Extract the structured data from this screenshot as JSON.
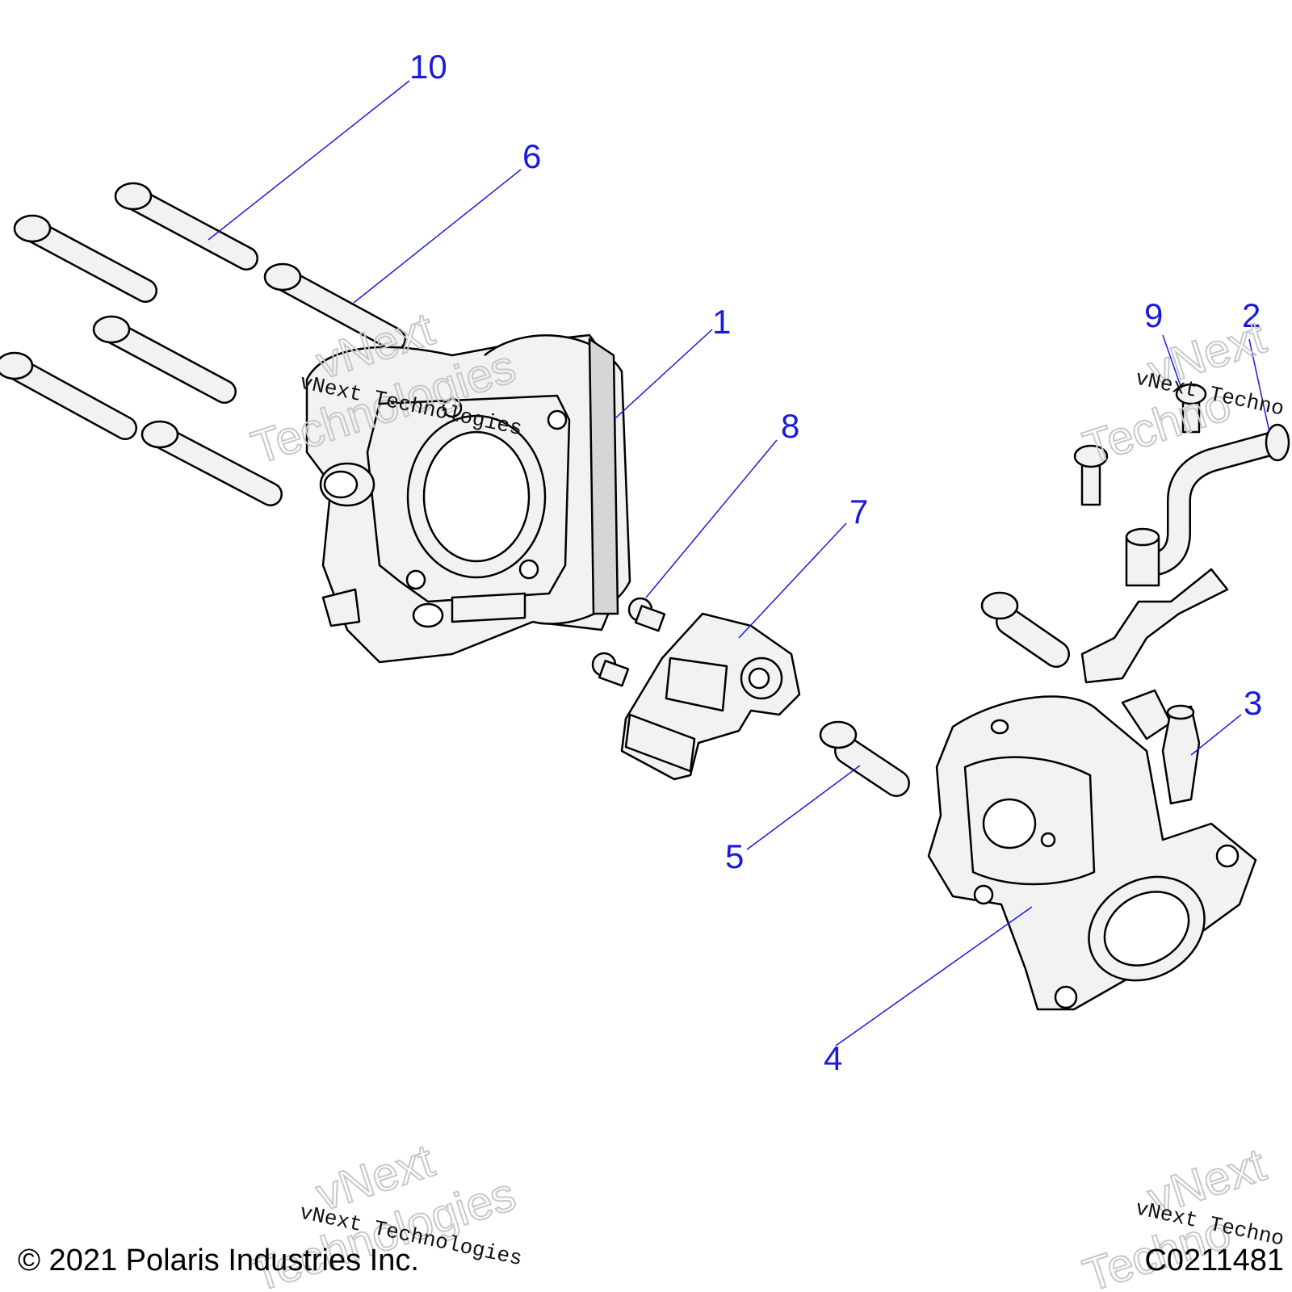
{
  "callouts": {
    "c1": "1",
    "c2": "2",
    "c3": "3",
    "c4": "4",
    "c5": "5",
    "c6": "6",
    "c7": "7",
    "c8": "8",
    "c9": "9",
    "c10": "10"
  },
  "watermark": {
    "line_a": "vNext Technologies",
    "line_b": "vNext",
    "line_c": "Technologies",
    "line_d": "vNext Techno",
    "line_e": "Techno"
  },
  "footer": {
    "copyright": "© 2021 Polaris Industries Inc.",
    "code": "C0211481"
  },
  "colors": {
    "callout": "#1a1adf",
    "line": "#000000",
    "fill": "#f2f2f2"
  }
}
